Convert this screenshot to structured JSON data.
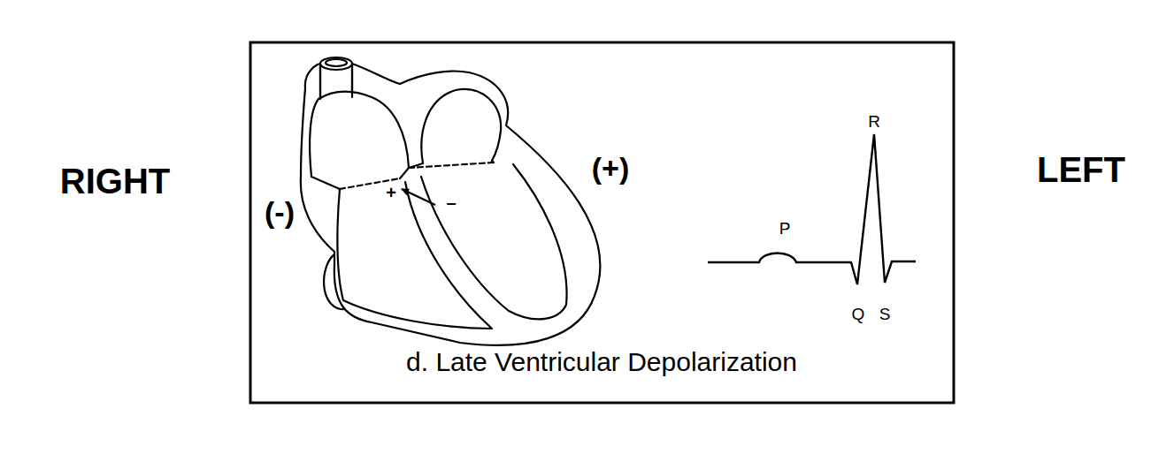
{
  "diagram": {
    "caption": "d. Late Ventricular Depolarization",
    "labels": [
      "RIGHT",
      "LEFT",
      "(-)",
      "(+)",
      "+",
      "–",
      "P",
      "R",
      "Q",
      "S"
    ]
  }
}
